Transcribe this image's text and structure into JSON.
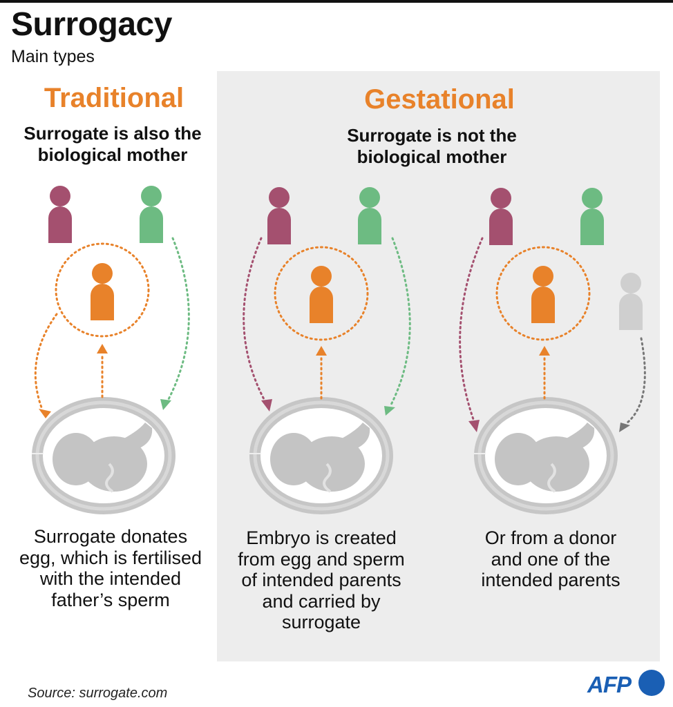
{
  "header": {
    "title": "Surrogacy",
    "subtitle": "Main types"
  },
  "traditional": {
    "title": "Traditional",
    "description": "Surrogate is also the biological mother",
    "caption": "Surrogate donates egg, which is fertilised with the intended father’s sperm"
  },
  "gestational": {
    "title": "Gestational",
    "description": "Surrogate is not the biological mother",
    "case1_caption": "Embryo is created from egg and sperm of intended parents and carried by surrogate",
    "case2_caption": "Or from a donor and one of the intended parents"
  },
  "colors": {
    "mother": "#a4506f",
    "father": "#6dbb82",
    "surrogate": "#e8822a",
    "donor": "#cfcfcf",
    "panel": "#ededed"
  },
  "footer": {
    "source": "Source: surrogate.com",
    "logo": "AFP"
  }
}
